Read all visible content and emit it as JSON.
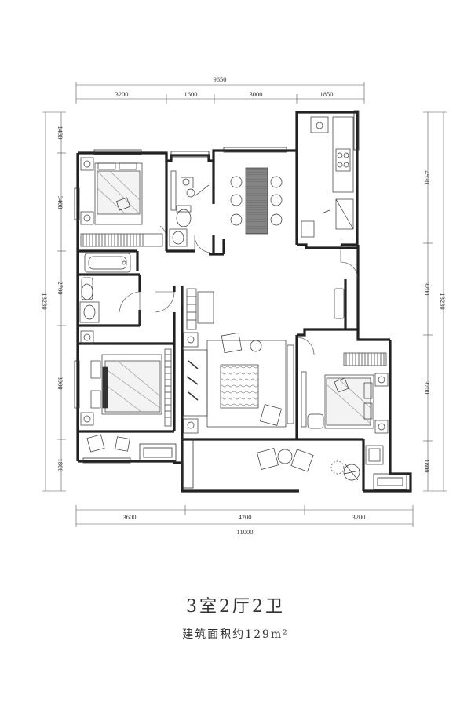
{
  "floorplan": {
    "layout_title": "3室2厅2卫",
    "area_label": "建筑面积约129m²",
    "dims_top_total": "9650",
    "dims_top": [
      "3200",
      "1600",
      "3000",
      "1850"
    ],
    "dims_bottom": [
      "3600",
      "4200",
      "3200"
    ],
    "dims_bottom_total": "11000",
    "dims_left": [
      "1430",
      "3400",
      "2700",
      "3900",
      "1800"
    ],
    "dims_left_total": "13230",
    "dims_right": [
      "4530",
      "3200",
      "3700",
      "1800"
    ],
    "dims_right_total": "13230"
  }
}
